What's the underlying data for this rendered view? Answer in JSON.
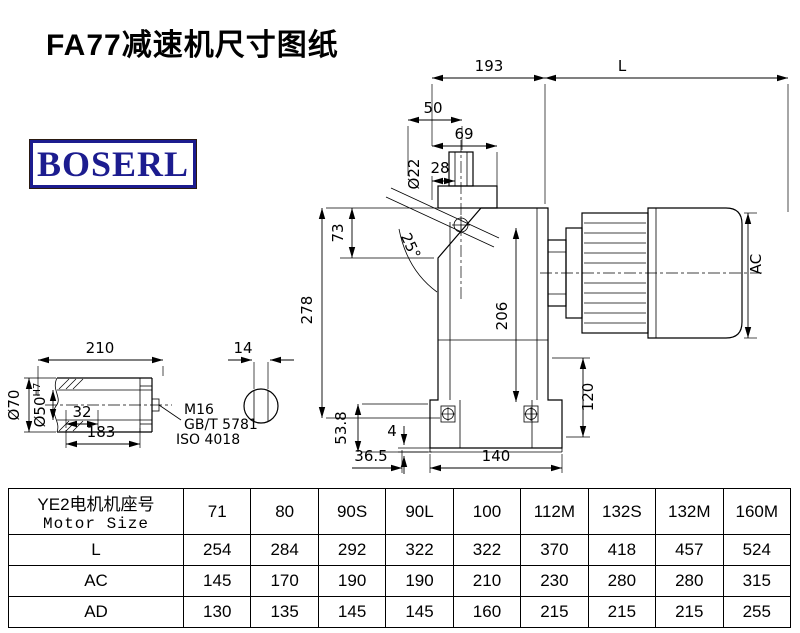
{
  "colors": {
    "ink": "#000000",
    "paper": "#ffffff",
    "logo_blue": "#1c1c8f"
  },
  "header": {
    "title": "FA77减速机尺寸图纸",
    "logo_text": "BOSERL"
  },
  "drawing": {
    "dims": {
      "d193": "193",
      "dL": "L",
      "d50": "50",
      "d69": "69",
      "d28": "28",
      "input_dia": "Ø22",
      "d73": "73",
      "angle": "25°",
      "d278": "278",
      "d206": "206",
      "dAC": "AC",
      "d120": "120",
      "d210": "210",
      "d14": "14",
      "shaft_od": "Ø70",
      "bore_dia": "Ø50",
      "bore_tol": "H7",
      "d32": "32",
      "d183": "183",
      "thread": "M16",
      "std1": "GB/T 5781",
      "std2": "ISO 4018",
      "d53_8": "53.8",
      "d4": "4",
      "d36_5": "36.5",
      "d140": "140"
    }
  },
  "table": {
    "row_header_cn": "YE2电机机座号",
    "row_header_en": "Motor Size",
    "motor_sizes": [
      "71",
      "80",
      "90S",
      "90L",
      "100",
      "112M",
      "132S",
      "132M",
      "160M"
    ],
    "rows": [
      {
        "label": "L",
        "values": [
          "254",
          "284",
          "292",
          "322",
          "322",
          "370",
          "418",
          "457",
          "524"
        ]
      },
      {
        "label": "AC",
        "values": [
          "145",
          "170",
          "190",
          "190",
          "210",
          "230",
          "280",
          "280",
          "315"
        ]
      },
      {
        "label": "AD",
        "values": [
          "130",
          "135",
          "145",
          "145",
          "160",
          "215",
          "215",
          "215",
          "255"
        ]
      }
    ]
  }
}
